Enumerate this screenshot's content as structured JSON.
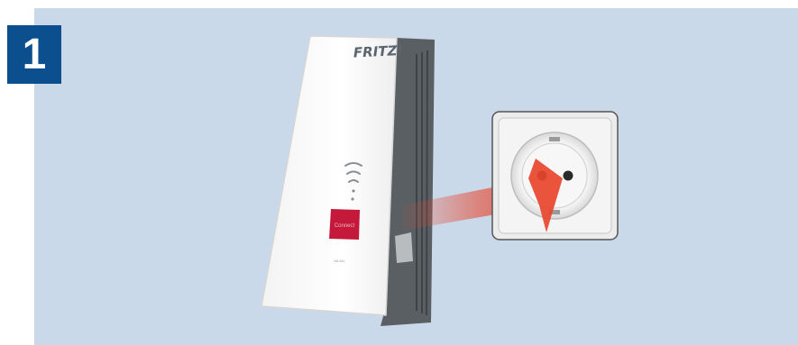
{
  "step": {
    "number": "1"
  },
  "device": {
    "brand": "FRITZ!",
    "button_label": "Connect",
    "small_label": "WLAN"
  },
  "colors": {
    "background": "#c9d9ea",
    "badge": "#0b4f8e",
    "device_body": "#f7f7f7",
    "device_side": "#5a5f64",
    "connect_button": "#c4193a",
    "arrow": "#e8452c",
    "socket_plate": "#ececec"
  },
  "icons": [
    "wifi-signal-icon",
    "arrow-icon",
    "power-socket-icon"
  ]
}
